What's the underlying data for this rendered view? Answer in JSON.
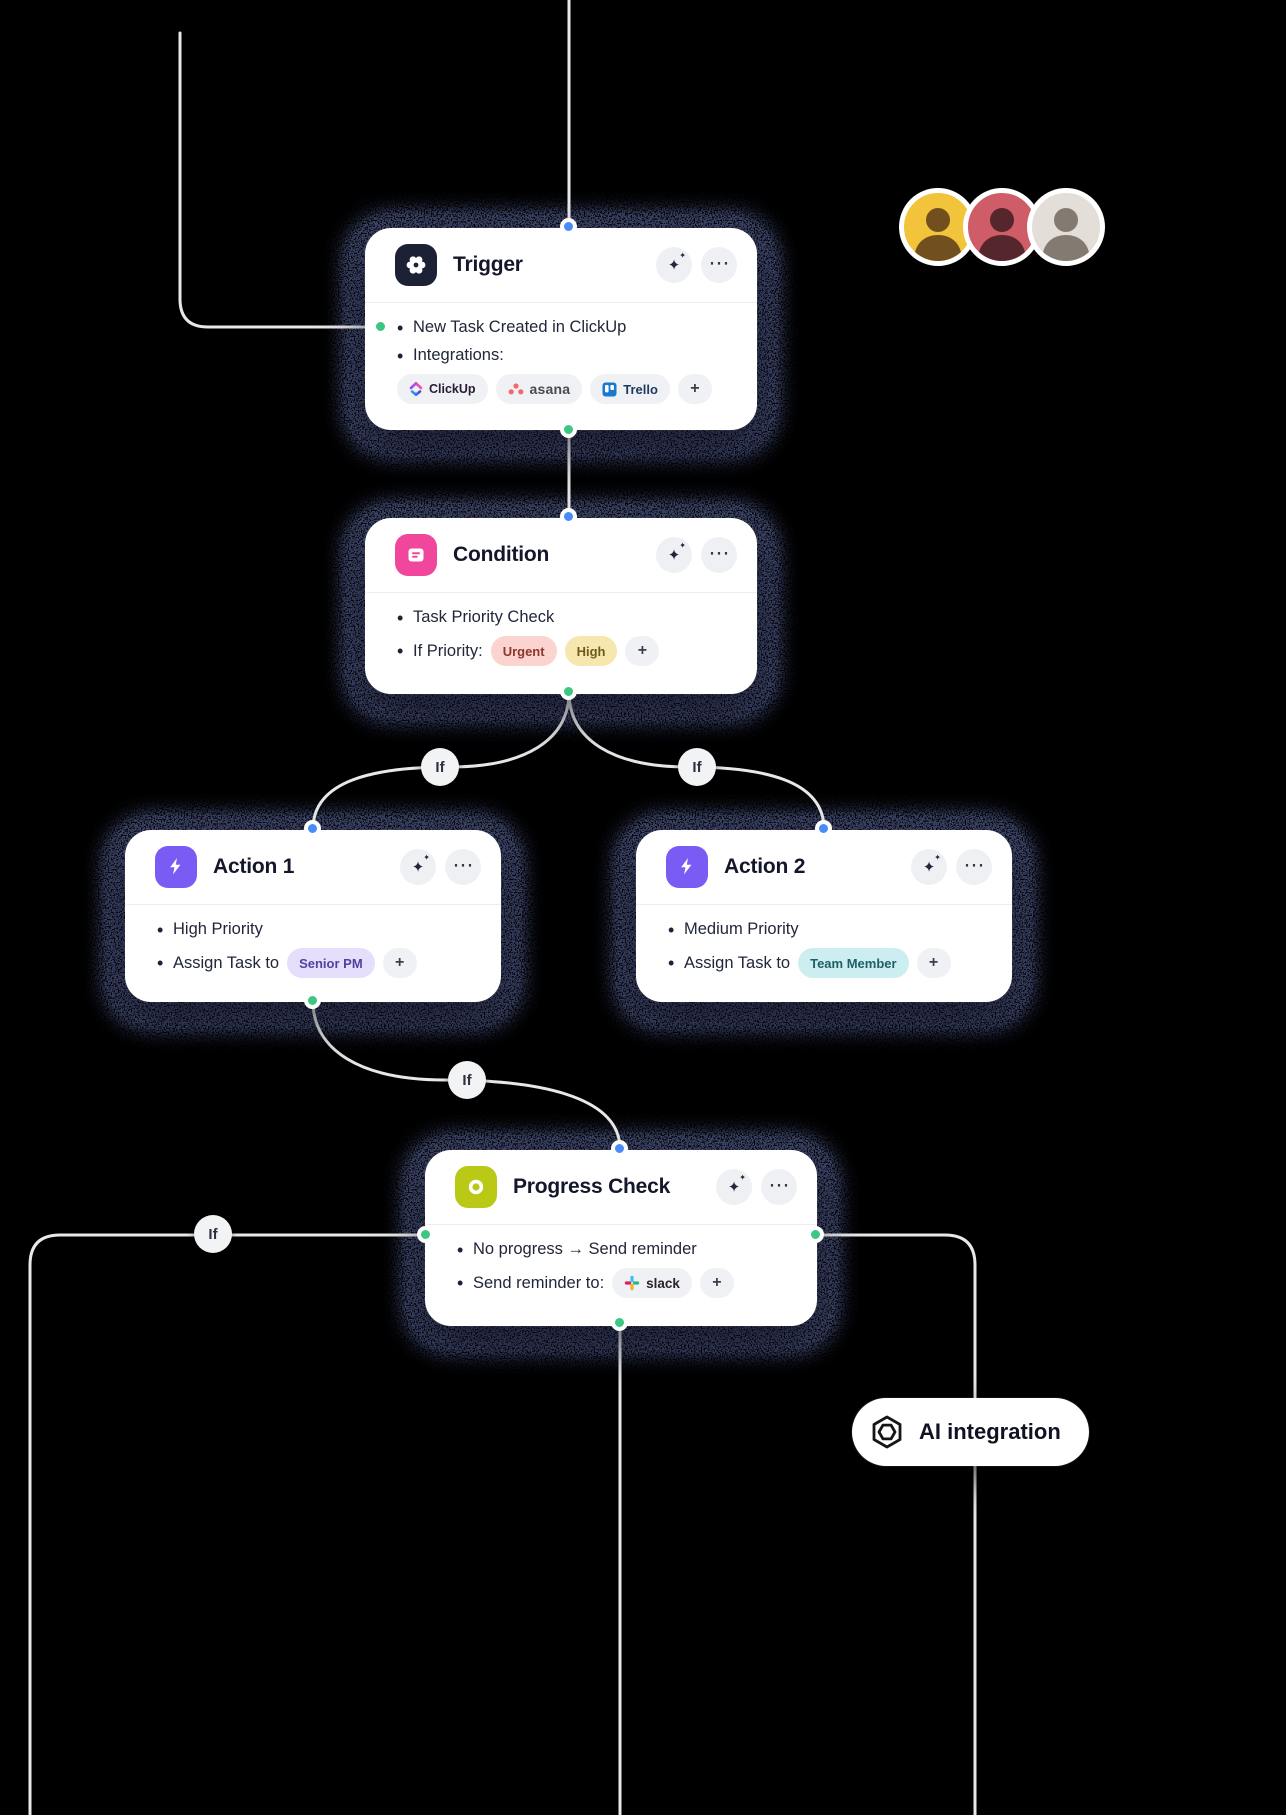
{
  "colors": {
    "background": "#000000",
    "line": "#e8e8e8",
    "dot_blue": "#4a8cf7",
    "dot_green": "#3bc77f",
    "trigger_icon_bg": "#1d2135",
    "condition_icon_bg": "#f0479c",
    "action_icon_bg": "#7a5cf5",
    "progress_icon_bg": "#b9c916",
    "urgent_pill_bg": "#fbd4d0",
    "high_pill_bg": "#f5e7ae",
    "senior_pm_pill_bg": "#e6dffc",
    "team_member_pill_bg": "#cdeef0"
  },
  "icons": {
    "sparkle": "✦",
    "more": "⋯",
    "plus": "+",
    "bullet": "•"
  },
  "connector": {
    "if_label": "If"
  },
  "nodes": {
    "trigger": {
      "title": "Trigger",
      "bullet1": "New Task Created in ClickUp",
      "bullet2": "Integrations:",
      "pill_clickup": "ClickUp",
      "pill_asana": "asana",
      "pill_trello": "Trello"
    },
    "condition": {
      "title": "Condition",
      "bullet1": "Task Priority Check",
      "bullet2": "If Priority:",
      "pill_urgent": "Urgent",
      "pill_high": "High"
    },
    "action1": {
      "title": "Action 1",
      "bullet1": "High Priority",
      "bullet2": "Assign Task to",
      "pill_assignee": "Senior PM"
    },
    "action2": {
      "title": "Action 2",
      "bullet1": "Medium Priority",
      "bullet2": "Assign Task to",
      "pill_assignee": "Team Member"
    },
    "progress": {
      "title": "Progress Check",
      "bullet1": "No progress → Send reminder",
      "bullet2": "Send reminder to:",
      "pill_slack": "slack"
    }
  },
  "ai_badge": {
    "label": "AI integration"
  }
}
